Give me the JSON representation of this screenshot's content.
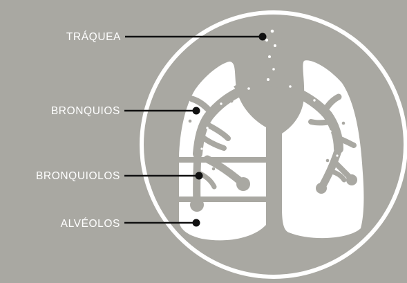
{
  "labels": {
    "trachea": "TRÁQUEA",
    "bronchi": "BRONQUIOS",
    "bronchioles": "BRONQUIOLOS",
    "alveoli": "ALVÉOLOS"
  },
  "colors": {
    "background": "#a9a8a2",
    "lungs": "#ffffff",
    "airways": "#a9a8a2",
    "pointer_lines": "#111111"
  }
}
